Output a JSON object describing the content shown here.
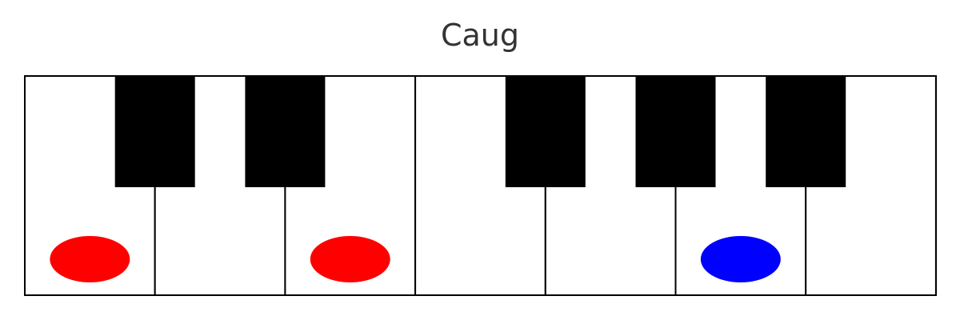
{
  "title": "Caug",
  "keyboard": {
    "white_keys": [
      "C",
      "D",
      "E",
      "F",
      "G",
      "A",
      "B"
    ],
    "black_keys": [
      "C#",
      "D#",
      "F#",
      "G#",
      "A#"
    ],
    "highlighted_notes": [
      {
        "note": "C",
        "color": "#ff0000"
      },
      {
        "note": "E",
        "color": "#ff0000"
      },
      {
        "note": "A",
        "color": "#0000ff"
      }
    ]
  }
}
